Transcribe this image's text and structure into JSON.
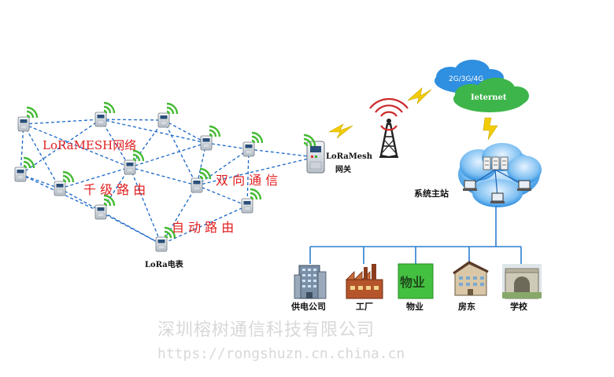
{
  "colors": {
    "link": "#1a66c8",
    "wifi": "#44bb33",
    "bolt": "#f2cc00",
    "red_text": "#e02020",
    "cloud_blue": "#2f8fe0",
    "cloud_green": "#3db54a",
    "tree_line": "#2c7fd0",
    "watermark": "#d8d8d8"
  },
  "labels": {
    "network_title": "LoRaMESH网络",
    "feature_a": "千 级 路 由",
    "feature_b": "双 向 通 信",
    "feature_c": "自 动 路 由",
    "meter_label": "LoRa电表",
    "gateway_line1": "LoRaMesh",
    "gateway_line2": "网关",
    "master_station": "系统主站",
    "cloud_mobile": "2G/3G/4G",
    "cloud_internet": "Ieternet"
  },
  "endpoints": [
    {
      "label": "供电公司",
      "icon": "office-building-icon"
    },
    {
      "label": "工厂",
      "icon": "factory-icon"
    },
    {
      "label": "物业",
      "icon": "property-sign-icon"
    },
    {
      "label": "房东",
      "icon": "apartment-icon"
    },
    {
      "label": "学校",
      "icon": "school-gate-icon"
    }
  ],
  "endpoint_tile_text": "物业",
  "watermark": {
    "line1": "深圳榕树通信科技有限公司",
    "line2": "https://rongshuzn.cn.china.cn"
  }
}
